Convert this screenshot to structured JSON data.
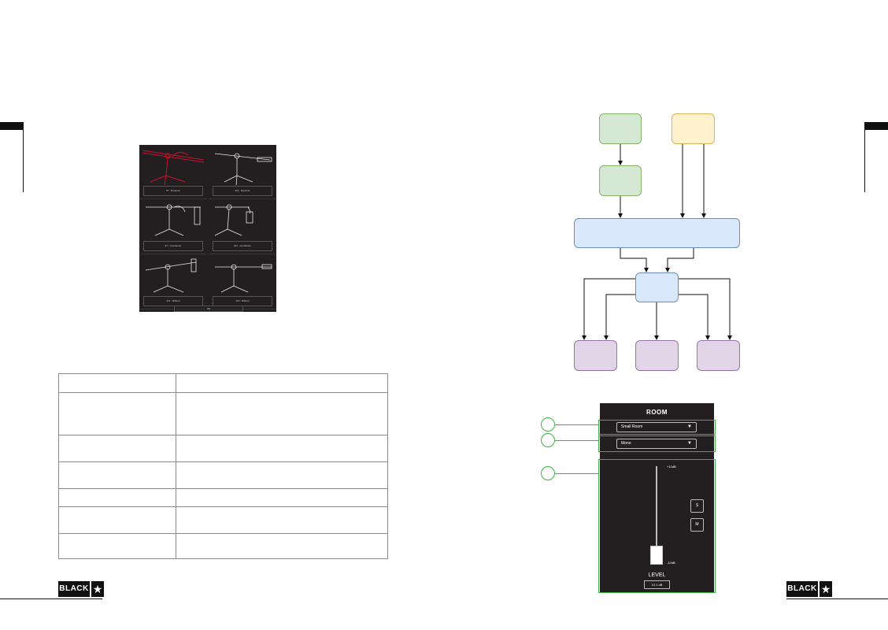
{
  "logos": {
    "left_text": "BLACK",
    "right_text": "BLACK",
    "star": "★"
  },
  "mic_panel": {
    "items": [
      {
        "label": "57 - Dynamic",
        "selected": true
      },
      {
        "label": "421 - Dynamic",
        "selected": false
      },
      {
        "label": "87 - Condenser",
        "selected": false
      },
      {
        "label": "414 - Condenser",
        "selected": false
      },
      {
        "label": "121 - Ribbon",
        "selected": false
      },
      {
        "label": "160 - Ribbon",
        "selected": false
      }
    ],
    "ok_label": "OK"
  },
  "table": {
    "rows": 7
  },
  "room_panel": {
    "title": "ROOM",
    "room_type": "Small Room",
    "mode": "Mono",
    "scale_top": "+12dB",
    "scale_bottom": "-12dB",
    "button_s": "S",
    "button_m": "M",
    "level_label": "LEVEL",
    "level_value": "10.1 dB",
    "fader_fraction": 0.09
  },
  "colors": {
    "green_fill": "#d5e8d4",
    "yellow_fill": "#fff2cc",
    "blue_fill": "#dae8fc",
    "purple_fill": "#e1d5e7",
    "highlight": "#3cb043",
    "selected_mic": "#c8102e"
  }
}
